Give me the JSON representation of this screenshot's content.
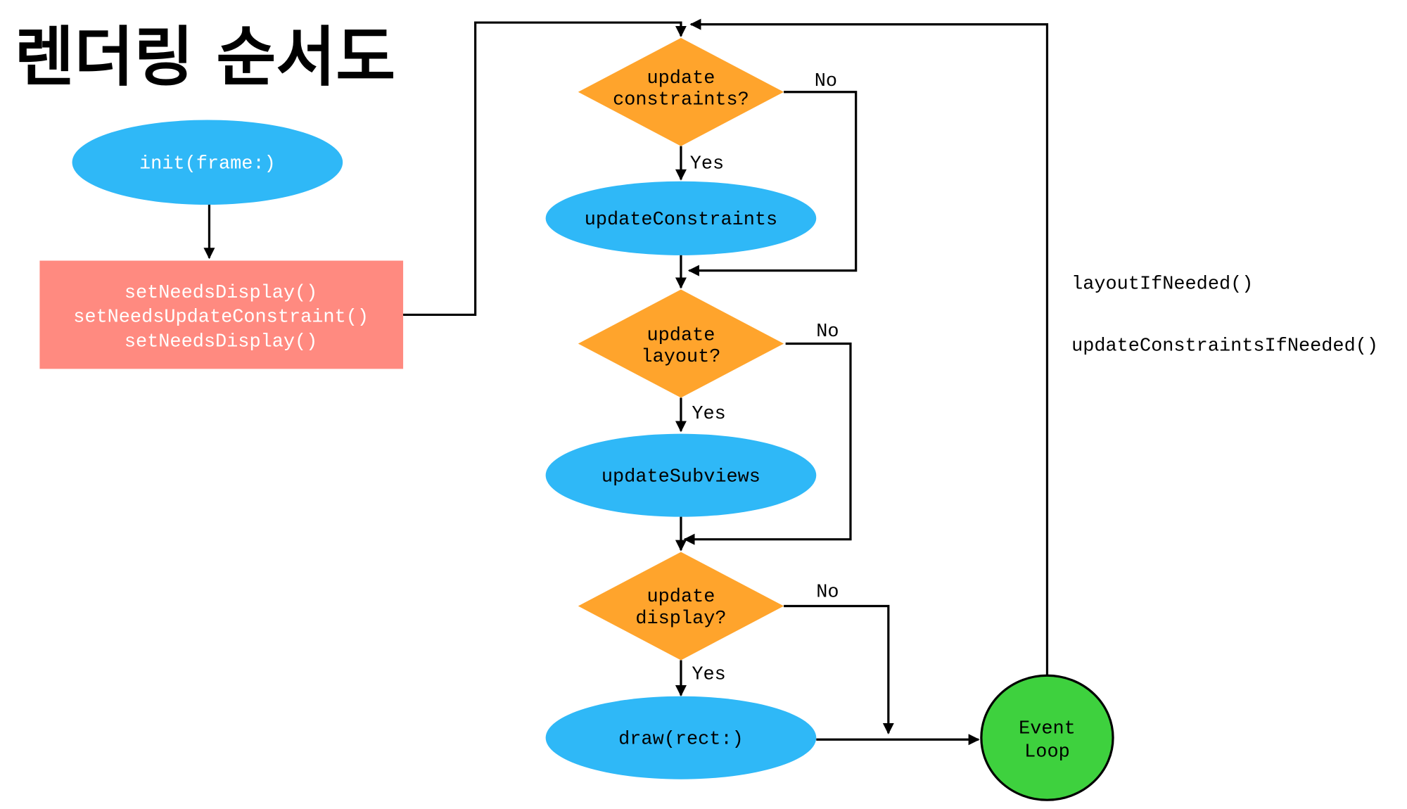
{
  "title": "렌더링 순서도",
  "colors": {
    "process_ellipse": "#2FB8F7",
    "decision_diamond": "#FFA42C",
    "setter_box": "#FF8A80",
    "event_loop": "#3ED13E",
    "line": "#000000"
  },
  "nodes": {
    "init": "init(frame:)",
    "setters": [
      "setNeedsDisplay()",
      "setNeedsUpdateConstraint()",
      "setNeedsDisplay()"
    ],
    "decision_constraints": [
      "update",
      "constraints?"
    ],
    "update_constraints": "updateConstraints",
    "decision_layout": [
      "update",
      "layout?"
    ],
    "update_subviews": "updateSubviews",
    "decision_display": [
      "update",
      "display?"
    ],
    "draw": "draw(rect:)",
    "event_loop": [
      "Event",
      "Loop"
    ]
  },
  "edge_labels": {
    "yes": "Yes",
    "no": "No"
  },
  "side_notes": [
    "layoutIfNeeded()",
    "updateConstraintsIfNeeded()"
  ]
}
